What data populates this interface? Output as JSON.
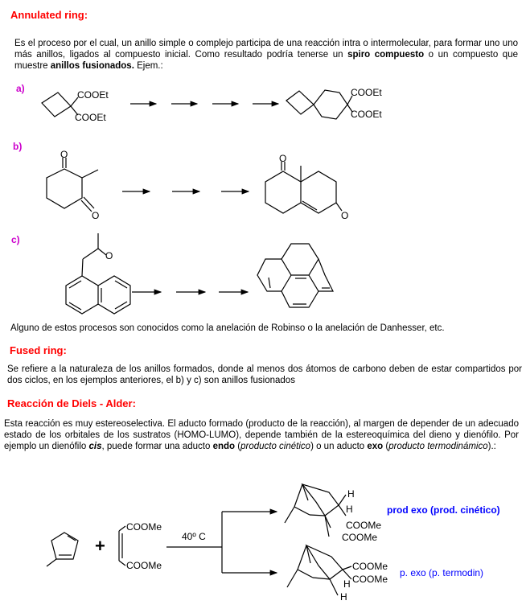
{
  "annulated": {
    "title": "Annulated ring:",
    "p1": "Es el proceso por el cual, un anillo simple o complejo participa de una reacción intra o intermolecular, para formar uno uno más anillos, ligados al compuesto inicial. Como resultado podría tenerse un ",
    "p1_bold1": "spiro compuesto",
    "p1_mid": " o un compuesto que muestre ",
    "p1_bold2": "anillos fusionados.",
    "p1_end": " Ejem.:",
    "label_a": "a)",
    "label_b": "b)",
    "label_c": "c)",
    "cooet": "COOEt",
    "oxygen": "O",
    "note": "Alguno de estos procesos son conocidos como la anelación de Robinso o la anelación de Danhesser, etc."
  },
  "fused": {
    "title": "Fused ring:",
    "p": "Se refiere a la naturaleza de los anillos formados, donde al menos dos átomos de carbono deben de estar compartidos por dos ciclos, en los ejemplos anteriores, el b) y c) son anillos fusionados"
  },
  "diels": {
    "title": "Reacción de Diels - Alder:",
    "p_a": "Esta reacción es muy estereoselectiva. El aducto formado (producto de la reacción), al margen de depender de un adecuado estado de los orbitales de los sustratos (HOMO-LUMO), depende también de la estereoquímica del dieno y dienófilo. Por ejemplo un dienófilo ",
    "p_cis": "cis",
    "p_b": ", puede formar una aducto ",
    "p_endo": "endo",
    "p_c": " (",
    "p_cin": "producto cinético",
    "p_d": ") o un aducto ",
    "p_exo": "exo",
    "p_e": " (",
    "p_termo": "producto termodinámico",
    "p_f": ").:",
    "plus": "+",
    "coome": "COOMe",
    "condition": "40º C",
    "h": "H",
    "prod1": "prod exo (prod. cinético)",
    "prod2": "p. exo (p. termodin)",
    "accent": "#0000ff"
  }
}
